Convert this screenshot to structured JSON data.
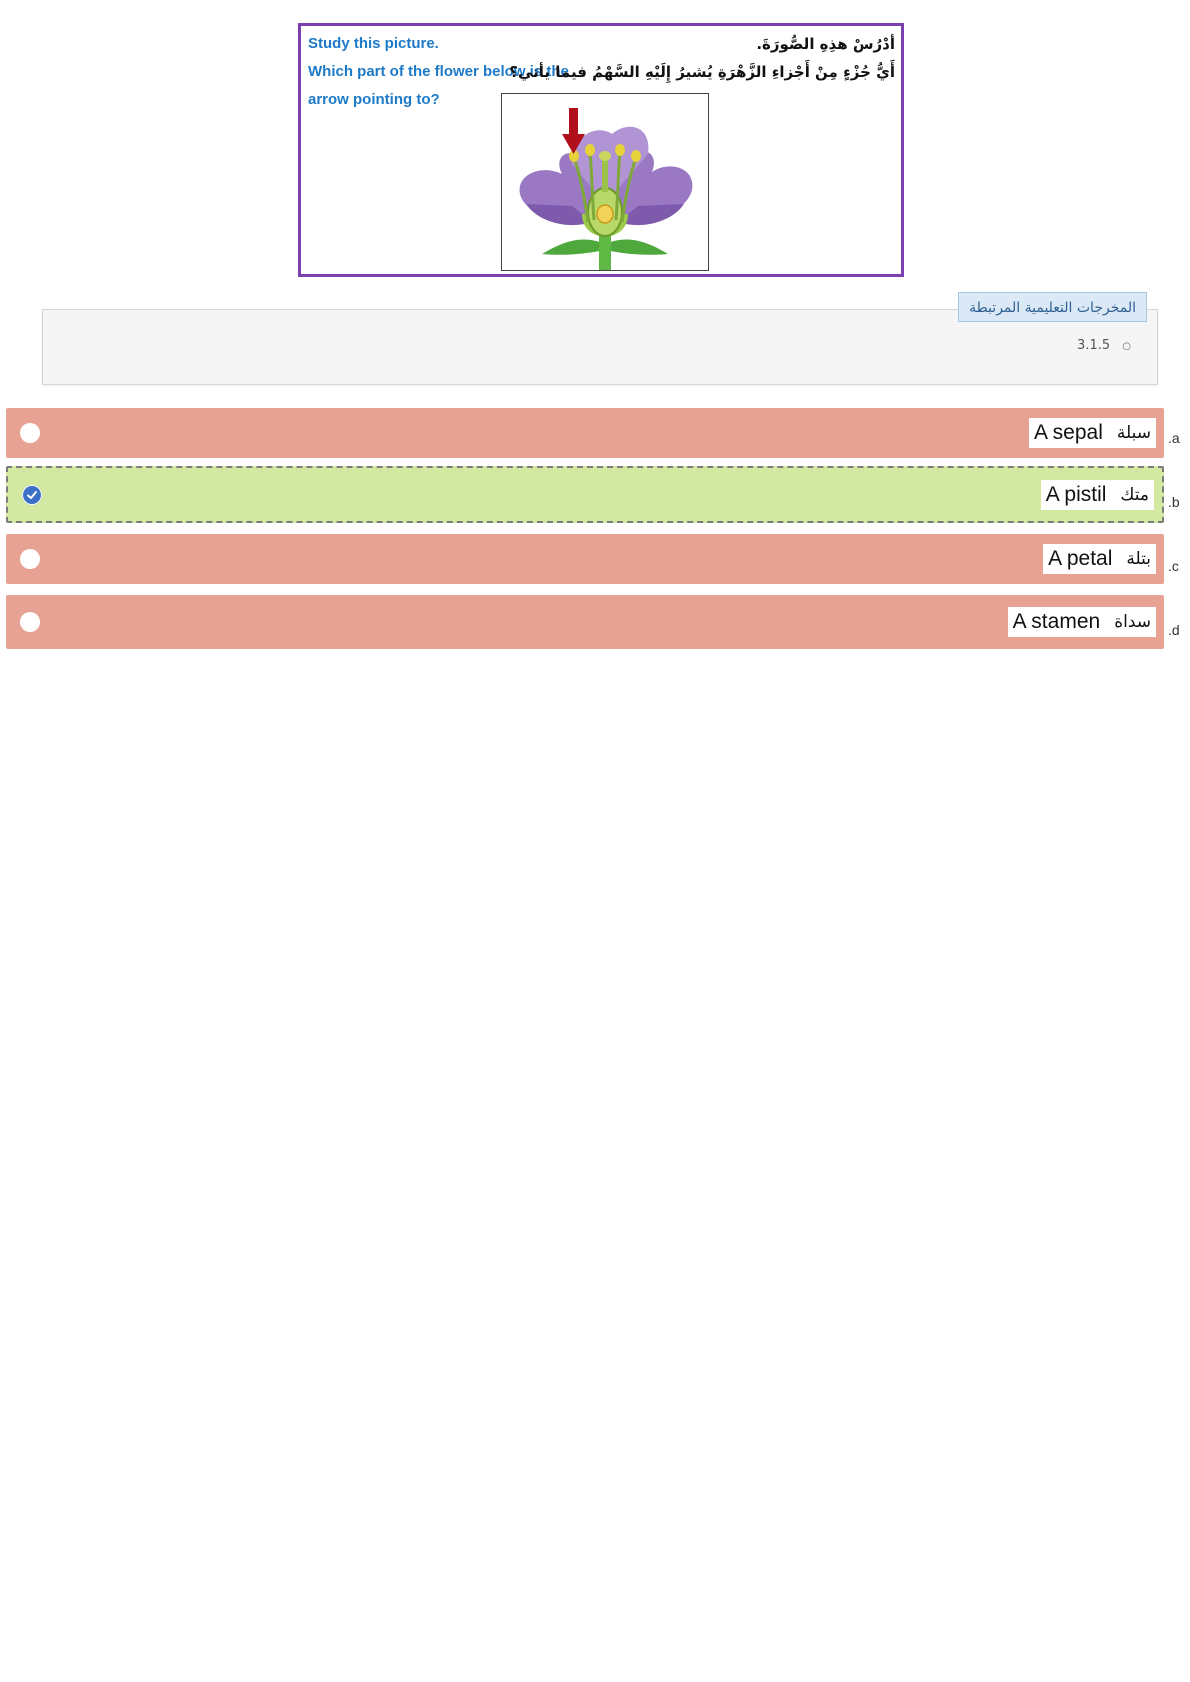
{
  "question": {
    "english": "Study this picture. Which part of the flower below is the arrow pointing to?",
    "english_line1": "Study this picture.",
    "english_line2": "Which part of the flower below is the",
    "english_line3": "arrow pointing to?",
    "arabic_line1": "أدْرُسْ هذِهِ الصُّورَةَ.",
    "arabic_line2": "أَيُّ جُزْءٍ مِنْ أَجْزاءِ الزَّهْرَةِ يُشيرُ إِلَيْهِ السَّهْمُ فيما يأتي؟",
    "image_icon": "flower-diagram-with-arrow"
  },
  "outcomes": {
    "tab_label": "المخرجات التعليمية المرتبطة",
    "items": [
      "3.1.5"
    ]
  },
  "options": [
    {
      "letter": ".a",
      "english": "A sepal",
      "arabic": "سبلة",
      "state": "incorrect"
    },
    {
      "letter": ".b",
      "english": "A pistil",
      "arabic": "متك",
      "state": "selected-correct"
    },
    {
      "letter": ".c",
      "english": "A petal",
      "arabic": "بتلة",
      "state": "incorrect"
    },
    {
      "letter": ".d",
      "english": "A stamen",
      "arabic": "سداة",
      "state": "incorrect"
    }
  ],
  "colors": {
    "question_border": "#7a3fb0",
    "question_text": "#1e7ac8",
    "incorrect_bg": "#e8a294",
    "correct_bg": "#d3e9a1",
    "radio_checked": "#3c6fc8",
    "arrow": "#b0101c"
  }
}
